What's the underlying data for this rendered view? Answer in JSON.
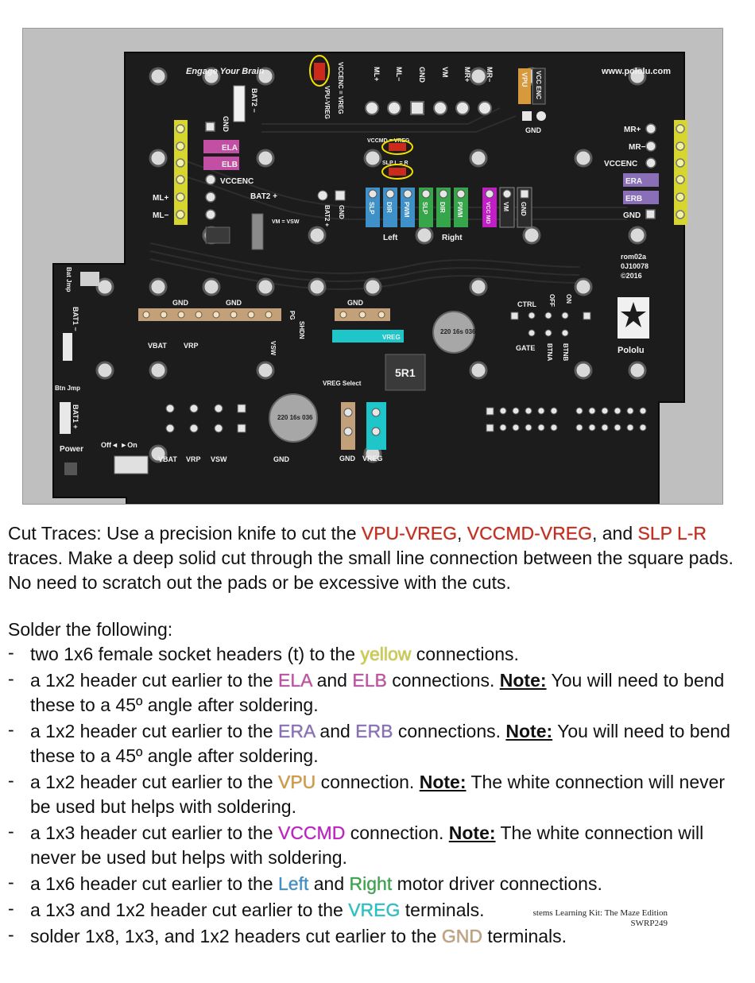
{
  "colors": {
    "red": "#cc2a1a",
    "yellow": "#cfcf3a",
    "pink": "#c24fa3",
    "purple": "#8a6fb8",
    "orange": "#d69a3c",
    "magenta": "#c21dc6",
    "blue": "#3d90c8",
    "green": "#35a64a",
    "cyan": "#1fc6c9",
    "tan": "#c2a07a"
  },
  "board": {
    "title_left": "Engage Your Brain",
    "url": "www.pololu.com",
    "labels": {
      "bat2_minus": "BAT2 −",
      "gnd": "GND",
      "vpu_vreg": "VPU-VREG",
      "vccenc_vreg": "VCCENC = VREG",
      "ela": "ELA",
      "elb": "ELB",
      "vccenc": "VCCENC",
      "ml_plus": "ML+",
      "ml_minus": "ML−",
      "bat2_plus": "BAT2 +",
      "vm_vsw": "VM = VSW",
      "vccmd_vreg": "VCCMD = VREG",
      "slp_lr": "SLP L = R",
      "slp": "SLP",
      "dir": "DIR",
      "pwm": "PWM",
      "vcc_md": "VCC MD",
      "vm": "VM",
      "left": "Left",
      "right": "Right",
      "mr_plus": "MR+",
      "mr_minus": "MR−",
      "era": "ERA",
      "erb": "ERB",
      "vpu": "VPU",
      "vcc_enc": "VCC ENC",
      "top_pins": [
        "ML+",
        "ML−",
        "GND",
        "VM",
        "MR+",
        "MR−"
      ],
      "board_id": "rom02a",
      "board_lot": "0J10078",
      "board_year": "©2016",
      "bat_jmp": "Bat Jmp",
      "bat1_minus": "BAT1 −",
      "bat1_plus": "BAT1 +",
      "btn_jmp": "Btn Jmp",
      "power": "Power",
      "off_on": "Off◄ ►On",
      "vbat": "VBAT",
      "vrp": "VRP",
      "vsw": "VSW",
      "pg": "PG",
      "shdn": "SHDN",
      "vreg": "VREG",
      "vreg_select": "VREG Select",
      "ctrl": "CTRL",
      "off": "OFF",
      "on": "ON",
      "gate": "GATE",
      "btna": "BTNA",
      "btnb": "BTNB",
      "pololu": "Pololu",
      "inductor": "5R1",
      "cap_big": "220 16s 036",
      "cap_small": "220 16s 036"
    }
  },
  "instructions": {
    "cut": {
      "prefix": "Cut Traces: Use a precision knife to cut the ",
      "t1": "VPU-VREG",
      "sep1": ", ",
      "t2": "VCCMD-VREG",
      "sep2": ", and ",
      "t3": "SLP L-R",
      "suffix": " traces. Make a deep solid cut through the small line connection between the square pads. No need to scratch out the pads or be excessive with the cuts."
    },
    "solder_heading": "Solder the following:",
    "steps": {
      "s1": {
        "a": "two 1x6 female socket headers (t) to the ",
        "h1": "yellow",
        "b": " connections."
      },
      "s2": {
        "a": "a 1x2 header cut earlier to the ",
        "h1": "ELA",
        "m": " and ",
        "h2": "ELB",
        "b": " connections. ",
        "note": "Note:",
        "c": " You will need to bend these to a 45º angle after soldering."
      },
      "s3": {
        "a": "a 1x2 header cut earlier to the ",
        "h1": "ERA",
        "m": " and ",
        "h2": "ERB",
        "b": " connections. ",
        "note": "Note:",
        "c": " You will need to bend these to a 45º angle after soldering."
      },
      "s4": {
        "a": "a 1x2 header cut earlier to the ",
        "h1": "VPU",
        "b": " connection. ",
        "note": "Note:",
        "c": " The white connection will never be used but helps with soldering."
      },
      "s5": {
        "a": "a 1x3 header cut earlier to the ",
        "h1": "VCCMD",
        "b": " connection. ",
        "note": "Note:",
        "c": " The white connection will never be used but helps with soldering."
      },
      "s6": {
        "a": "a 1x6 header cut earlier to the ",
        "h1": "Left",
        "m": " and ",
        "h2": "Right",
        "b": " motor driver connections."
      },
      "s7": {
        "a": "a 1x3 and 1x2 header cut earlier to the ",
        "h1": "VREG",
        "b": " terminals."
      },
      "s8": {
        "a": "solder 1x8, 1x3, and 1x2 headers cut earlier to the ",
        "h1": "GND",
        "b": " terminals."
      }
    }
  },
  "footer": {
    "line1": "stems Learning Kit: The Maze Edition",
    "line2": "SWRP249"
  }
}
